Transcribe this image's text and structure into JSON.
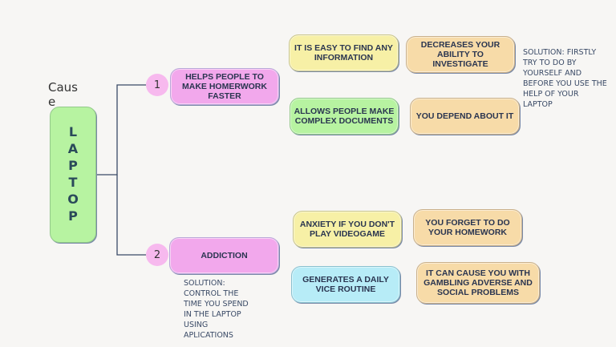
{
  "central": {
    "label": "Cause",
    "topic": "LAPTOP"
  },
  "branches": [
    {
      "number": "1",
      "title": "HELPS PEOPLE TO MAKE HOMERWORK FASTER",
      "items": [
        {
          "cause": "IT IS EASY TO FIND ANY INFORMATION",
          "effect": "DECREASES YOUR ABILITY TO INVESTIGATE"
        },
        {
          "cause": "ALLOWS PEOPLE MAKE COMPLEX DOCUMENTS",
          "effect": "YOU DEPEND ABOUT IT"
        }
      ],
      "solution": "SOLUTION: FIRSTLY TRY TO DO BY YOURSELF AND BEFORE YOU USE THE HELP OF YOUR LAPTOP"
    },
    {
      "number": "2",
      "title": "ADDICTION",
      "items": [
        {
          "cause": "ANXIETY IF YOU DON'T PLAY VIDEOGAME",
          "effect": "YOU FORGET TO DO YOUR HOMEWORK"
        },
        {
          "cause": "GENERATES A DAILY VICE ROUTINE",
          "effect": "IT CAN CAUSE YOU WITH GAMBLING ADVERSE AND SOCIAL PROBLEMS"
        }
      ],
      "solution": "SOLUTION: CONTROL THE TIME YOU SPEND IN THE LAPTOP USING APLICATIONS"
    }
  ],
  "colors": {
    "background": "#f7f6f4",
    "pink": "#f2a8ec",
    "yellow": "#f7f0a6",
    "green": "#b7f3a1",
    "orange": "#f7dba8",
    "cyan": "#b7ecf7",
    "connector": "#3a4a66"
  }
}
